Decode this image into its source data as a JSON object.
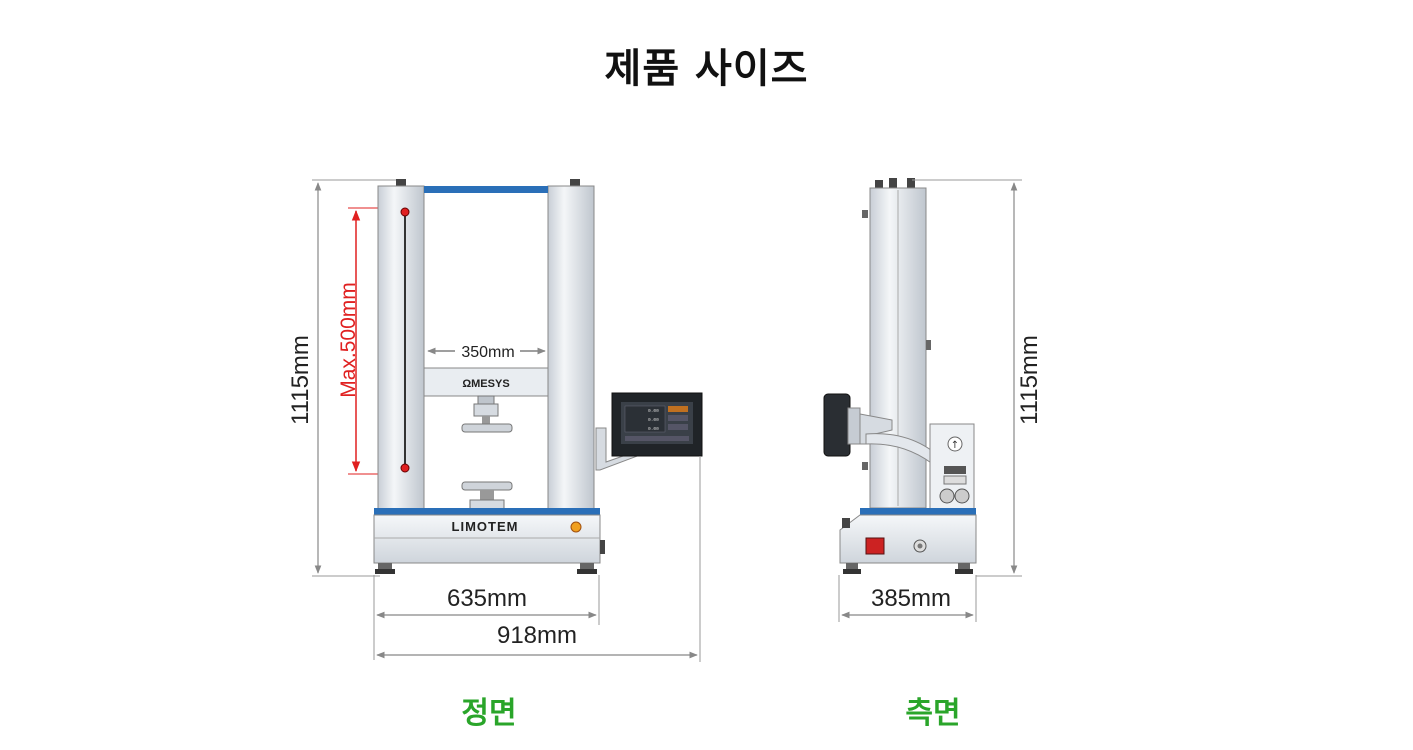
{
  "title": "제품 사이즈",
  "colors": {
    "caption": "#2aa52a",
    "accent_blue": "#2a6fb8",
    "red_dim": "#e02020",
    "frame": "#dfe4ea"
  },
  "front": {
    "caption": "정면",
    "height_label": "1115mm",
    "stroke_label": "Max.500mm",
    "inner_width_label": "350mm",
    "base_width_label": "635mm",
    "total_width_label": "918mm",
    "crosshead_brand": "ΩMESYS",
    "base_brand": "LIMOTEM",
    "screen_values": [
      "0.00",
      "0.00",
      "0.00"
    ]
  },
  "side": {
    "caption": "측면",
    "height_label": "1115mm",
    "depth_label": "385mm"
  }
}
